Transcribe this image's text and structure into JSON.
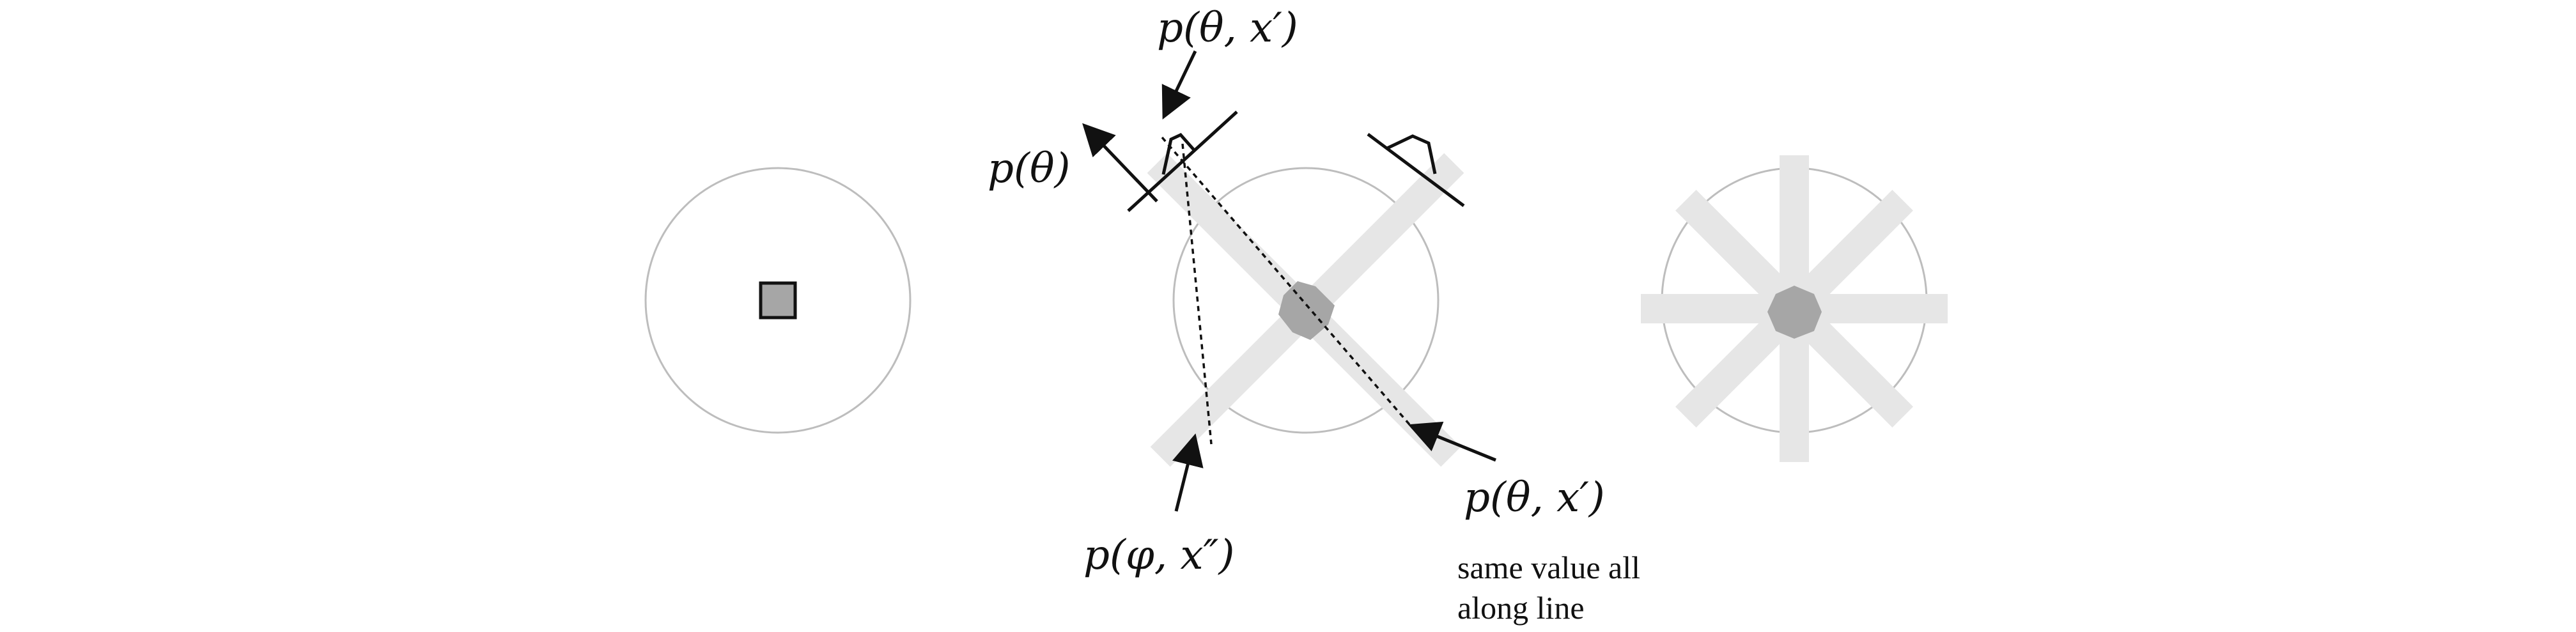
{
  "labels": {
    "top_projection": "p(θ, x′)",
    "left_projection": "p(θ)",
    "bottom_left_projection": "p(φ, x″)",
    "bottom_right_projection": "p(θ, x′)",
    "note_line1": "same value all",
    "note_line2": "along line"
  },
  "colors": {
    "ring": "#bdbdbd",
    "bar": "#e6e6e6",
    "blob": "#a6a6a6",
    "ink": "#111111"
  }
}
